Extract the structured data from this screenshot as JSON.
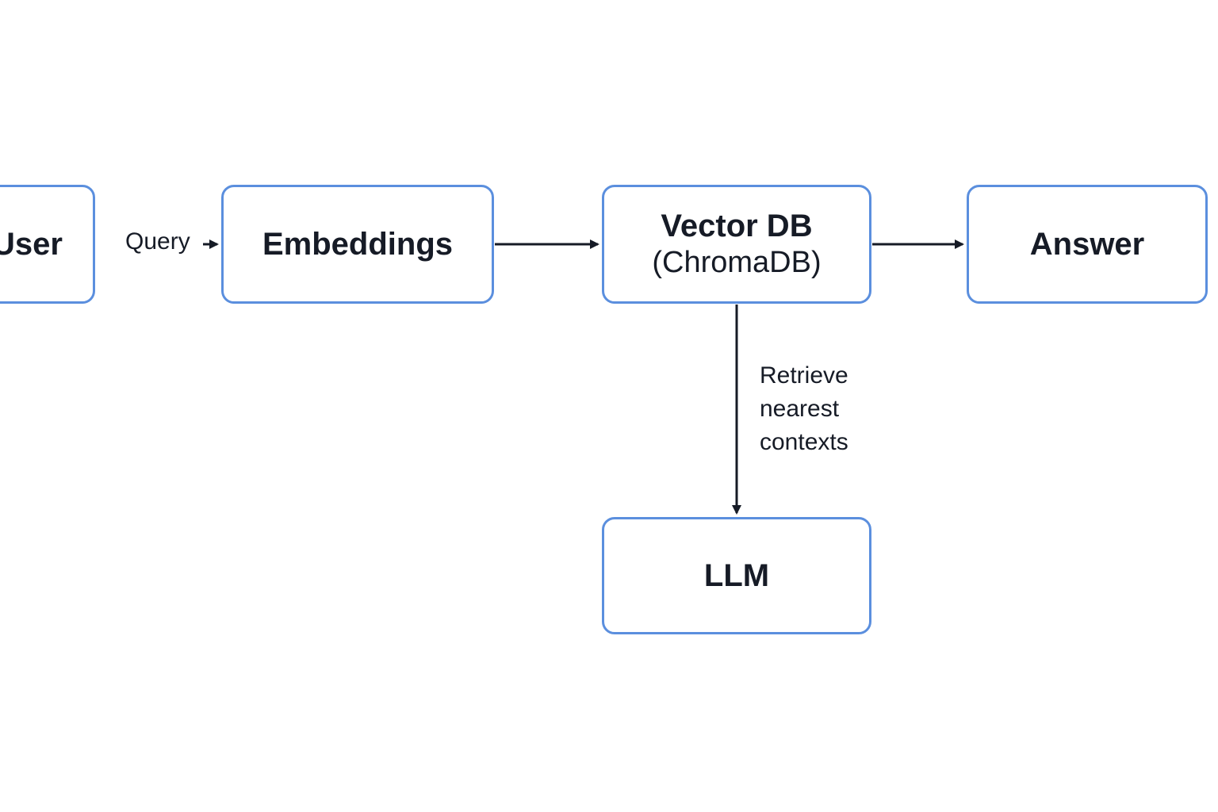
{
  "nodes": {
    "user": "User",
    "embeddings": "Embeddings",
    "vectordb": {
      "title": "Vector DB",
      "subtitle": "(ChromaDB)"
    },
    "answer": "Answer",
    "llm": "LLM"
  },
  "edges": {
    "query": "Query",
    "retrieve": [
      "Retrieve",
      "nearest",
      "contexts"
    ]
  },
  "colors": {
    "box_border": "#5b8fde",
    "arrow": "#161b26",
    "text": "#161b26"
  }
}
